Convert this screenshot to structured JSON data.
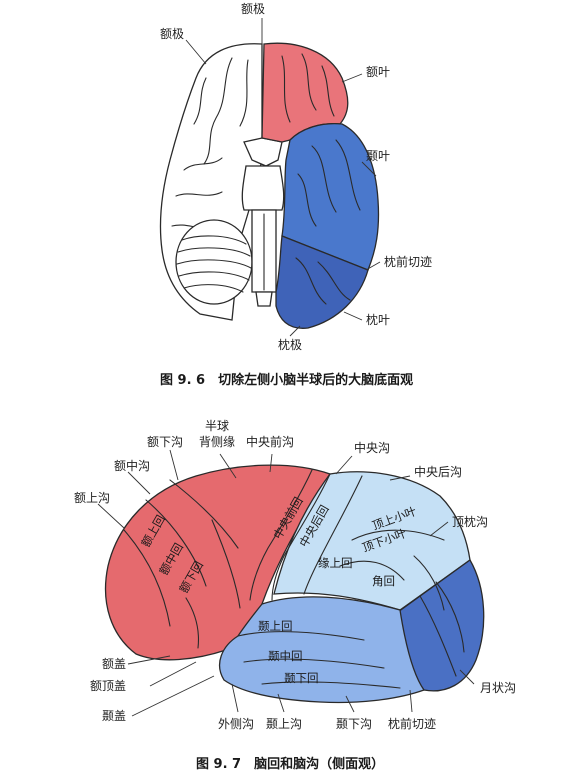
{
  "figure1": {
    "labels": {
      "frontal_pole_top": "额极",
      "frontal_pole_left": "额极",
      "frontal_lobe": "额叶",
      "temporal_lobe": "颞叶",
      "preoccipital_notch": "枕前切迹",
      "occipital_lobe": "枕叶",
      "occipital_pole": "枕极"
    },
    "caption": "图 9. 6　切除左侧小脑半球后的大脑底面观",
    "colors": {
      "frontal": "#e9747a",
      "temporal": "#4a78cc",
      "occipital": "#3f63b8",
      "white": "#ffffff"
    }
  },
  "figure2": {
    "labels": {
      "inf_frontal_sulcus": "额下沟",
      "hemisphere_dorsolateral_1": "半球",
      "hemisphere_dorsolateral_2": "背侧缘",
      "precentral_sulcus": "中央前沟",
      "central_sulcus": "中央沟",
      "postcentral_sulcus": "中央后沟",
      "middle_frontal_sulcus": "额中沟",
      "superior_frontal_sulcus": "额上沟",
      "parietooccipital_sulcus": "顶枕沟",
      "lunate_sulcus": "月状沟",
      "operculum": "额盖",
      "frontoparietal_operculum": "额顶盖",
      "temporal_operculum": "颞盖",
      "lateral_sulcus": "外侧沟",
      "superior_temporal_sulcus": "颞上沟",
      "inferior_temporal_sulcus": "颞下沟",
      "preoccipital_notch": "枕前切迹"
    },
    "gyri": {
      "superior_frontal": "额上回",
      "middle_frontal": "额中回",
      "inferior_frontal": "额下回",
      "precentral": "中央前回",
      "postcentral": "中央后回",
      "superior_parietal": "顶上小叶",
      "inferior_parietal": "顶下小叶",
      "supramarginal": "缘上回",
      "angular": "角回",
      "superior_temporal": "颞上回",
      "middle_temporal": "颞中回",
      "inferior_temporal": "颞下回"
    },
    "caption": "图 9. 7　脑回和脑沟（侧面观）",
    "colors": {
      "frontal": "#e56a6e",
      "parietal": "#c5e0f5",
      "temporal": "#8fb3ea",
      "occipital": "#4a70c4"
    }
  }
}
